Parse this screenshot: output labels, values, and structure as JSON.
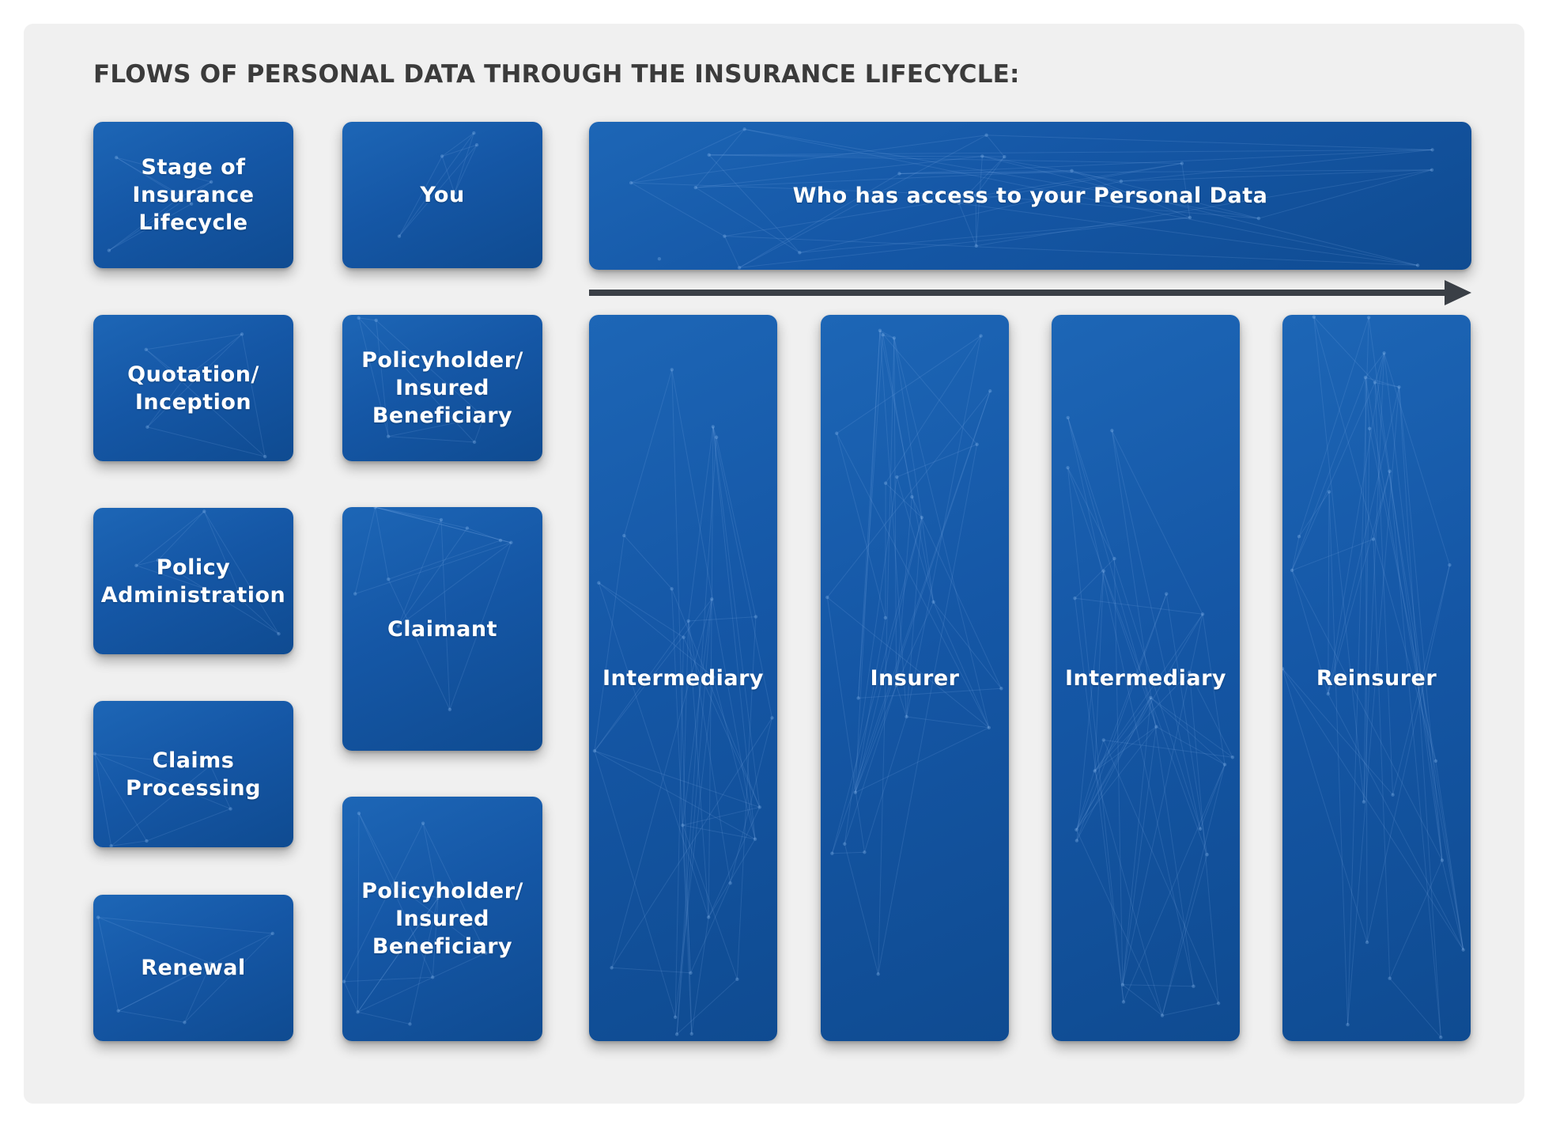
{
  "title": "FLOWS OF PERSONAL DATA THROUGH THE INSURANCE LIFECYCLE:",
  "colors": {
    "panel_background": "#f0f0f0",
    "tile_blue": "#1557a6",
    "title_text": "#3b3b3b",
    "arrow": "#3a3f46"
  },
  "headers": {
    "stage": [
      "Stage of",
      "Insurance",
      "Lifecycle"
    ],
    "you": [
      "You"
    ],
    "access": [
      "Who has access to your Personal Data"
    ]
  },
  "stages": [
    {
      "lines": [
        "Quotation/",
        "Inception"
      ]
    },
    {
      "lines": [
        "Policy",
        "Administration"
      ]
    },
    {
      "lines": [
        "Claims",
        "Processing"
      ]
    },
    {
      "lines": [
        "Renewal"
      ]
    }
  ],
  "you_roles": [
    {
      "lines": [
        "Policyholder/",
        "Insured",
        "Beneficiary"
      ]
    },
    {
      "lines": [
        "Claimant"
      ]
    },
    {
      "lines": [
        "Policyholder/",
        "Insured",
        "Beneficiary"
      ]
    }
  ],
  "access_parties": [
    "Intermediary",
    "Insurer",
    "Intermediary",
    "Reinsurer"
  ],
  "flow_arrow_direction": "right"
}
